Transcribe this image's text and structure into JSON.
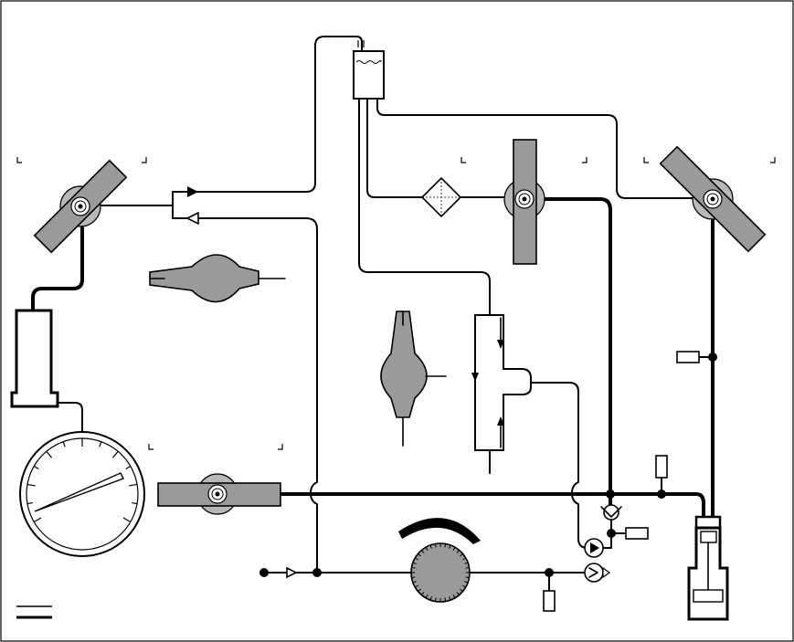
{
  "diagram": {
    "legend_line_count": 2,
    "gauge_needle_fraction": 0.12,
    "components": [
      "blood-pump-roller",
      "reservoir",
      "heat-exchanger-filter",
      "oxygenator",
      "pressure-gauge",
      "control-dial"
    ]
  },
  "colors": {
    "line": "#000000",
    "component_fill": "#9a9a9a",
    "roller_fill": "#b8b8b8",
    "background": "#ffffff"
  },
  "icons": {
    "reservoir_symbol": "U+2A03"
  }
}
